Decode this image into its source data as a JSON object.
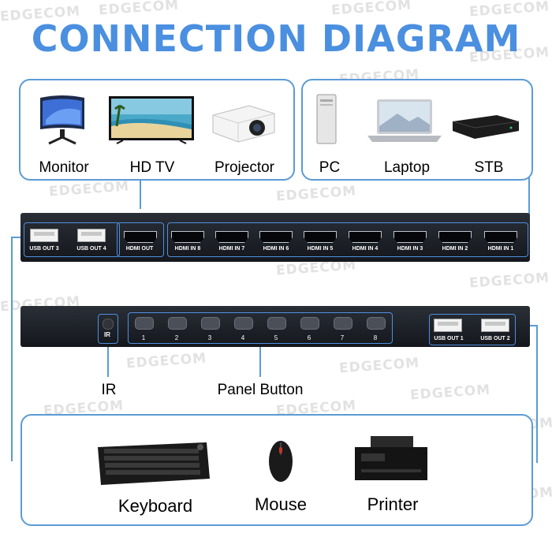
{
  "title": "CONNECTION DIAGRAM",
  "watermark": "EDGECOM",
  "colors": {
    "accent": "#4a8fe0",
    "line": "#5b9bd5",
    "panel": "#1b1f25"
  },
  "outputs": [
    {
      "label": "Monitor",
      "icon": "monitor-icon"
    },
    {
      "label": "HD TV",
      "icon": "tv-icon"
    },
    {
      "label": "Projector",
      "icon": "projector-icon"
    }
  ],
  "inputs": [
    {
      "label": "PC",
      "icon": "pc-tower-icon"
    },
    {
      "label": "Laptop",
      "icon": "laptop-icon"
    },
    {
      "label": "STB",
      "icon": "set-top-box-icon"
    }
  ],
  "rear_panel": {
    "usb_ports": [
      "USB OUT 3",
      "USB OUT 4"
    ],
    "hdmi_out": "HDMI OUT",
    "hdmi_inputs": [
      "HDMI IN 8",
      "HDMI IN 7",
      "HDMI IN 6",
      "HDMI IN 5",
      "HDMI IN 4",
      "HDMI IN 3",
      "HDMI IN 2",
      "HDMI IN 1"
    ]
  },
  "front_panel": {
    "ir_label": "IR",
    "buttons": [
      "1",
      "2",
      "3",
      "4",
      "5",
      "6",
      "7",
      "8"
    ],
    "usb_ports": [
      "USB OUT 1",
      "USB OUT 2"
    ]
  },
  "callouts": {
    "ir": "IR",
    "panel_button": "Panel Button"
  },
  "peripherals": [
    {
      "label": "Keyboard",
      "icon": "keyboard-icon"
    },
    {
      "label": "Mouse",
      "icon": "mouse-icon"
    },
    {
      "label": "Printer",
      "icon": "printer-icon"
    }
  ]
}
